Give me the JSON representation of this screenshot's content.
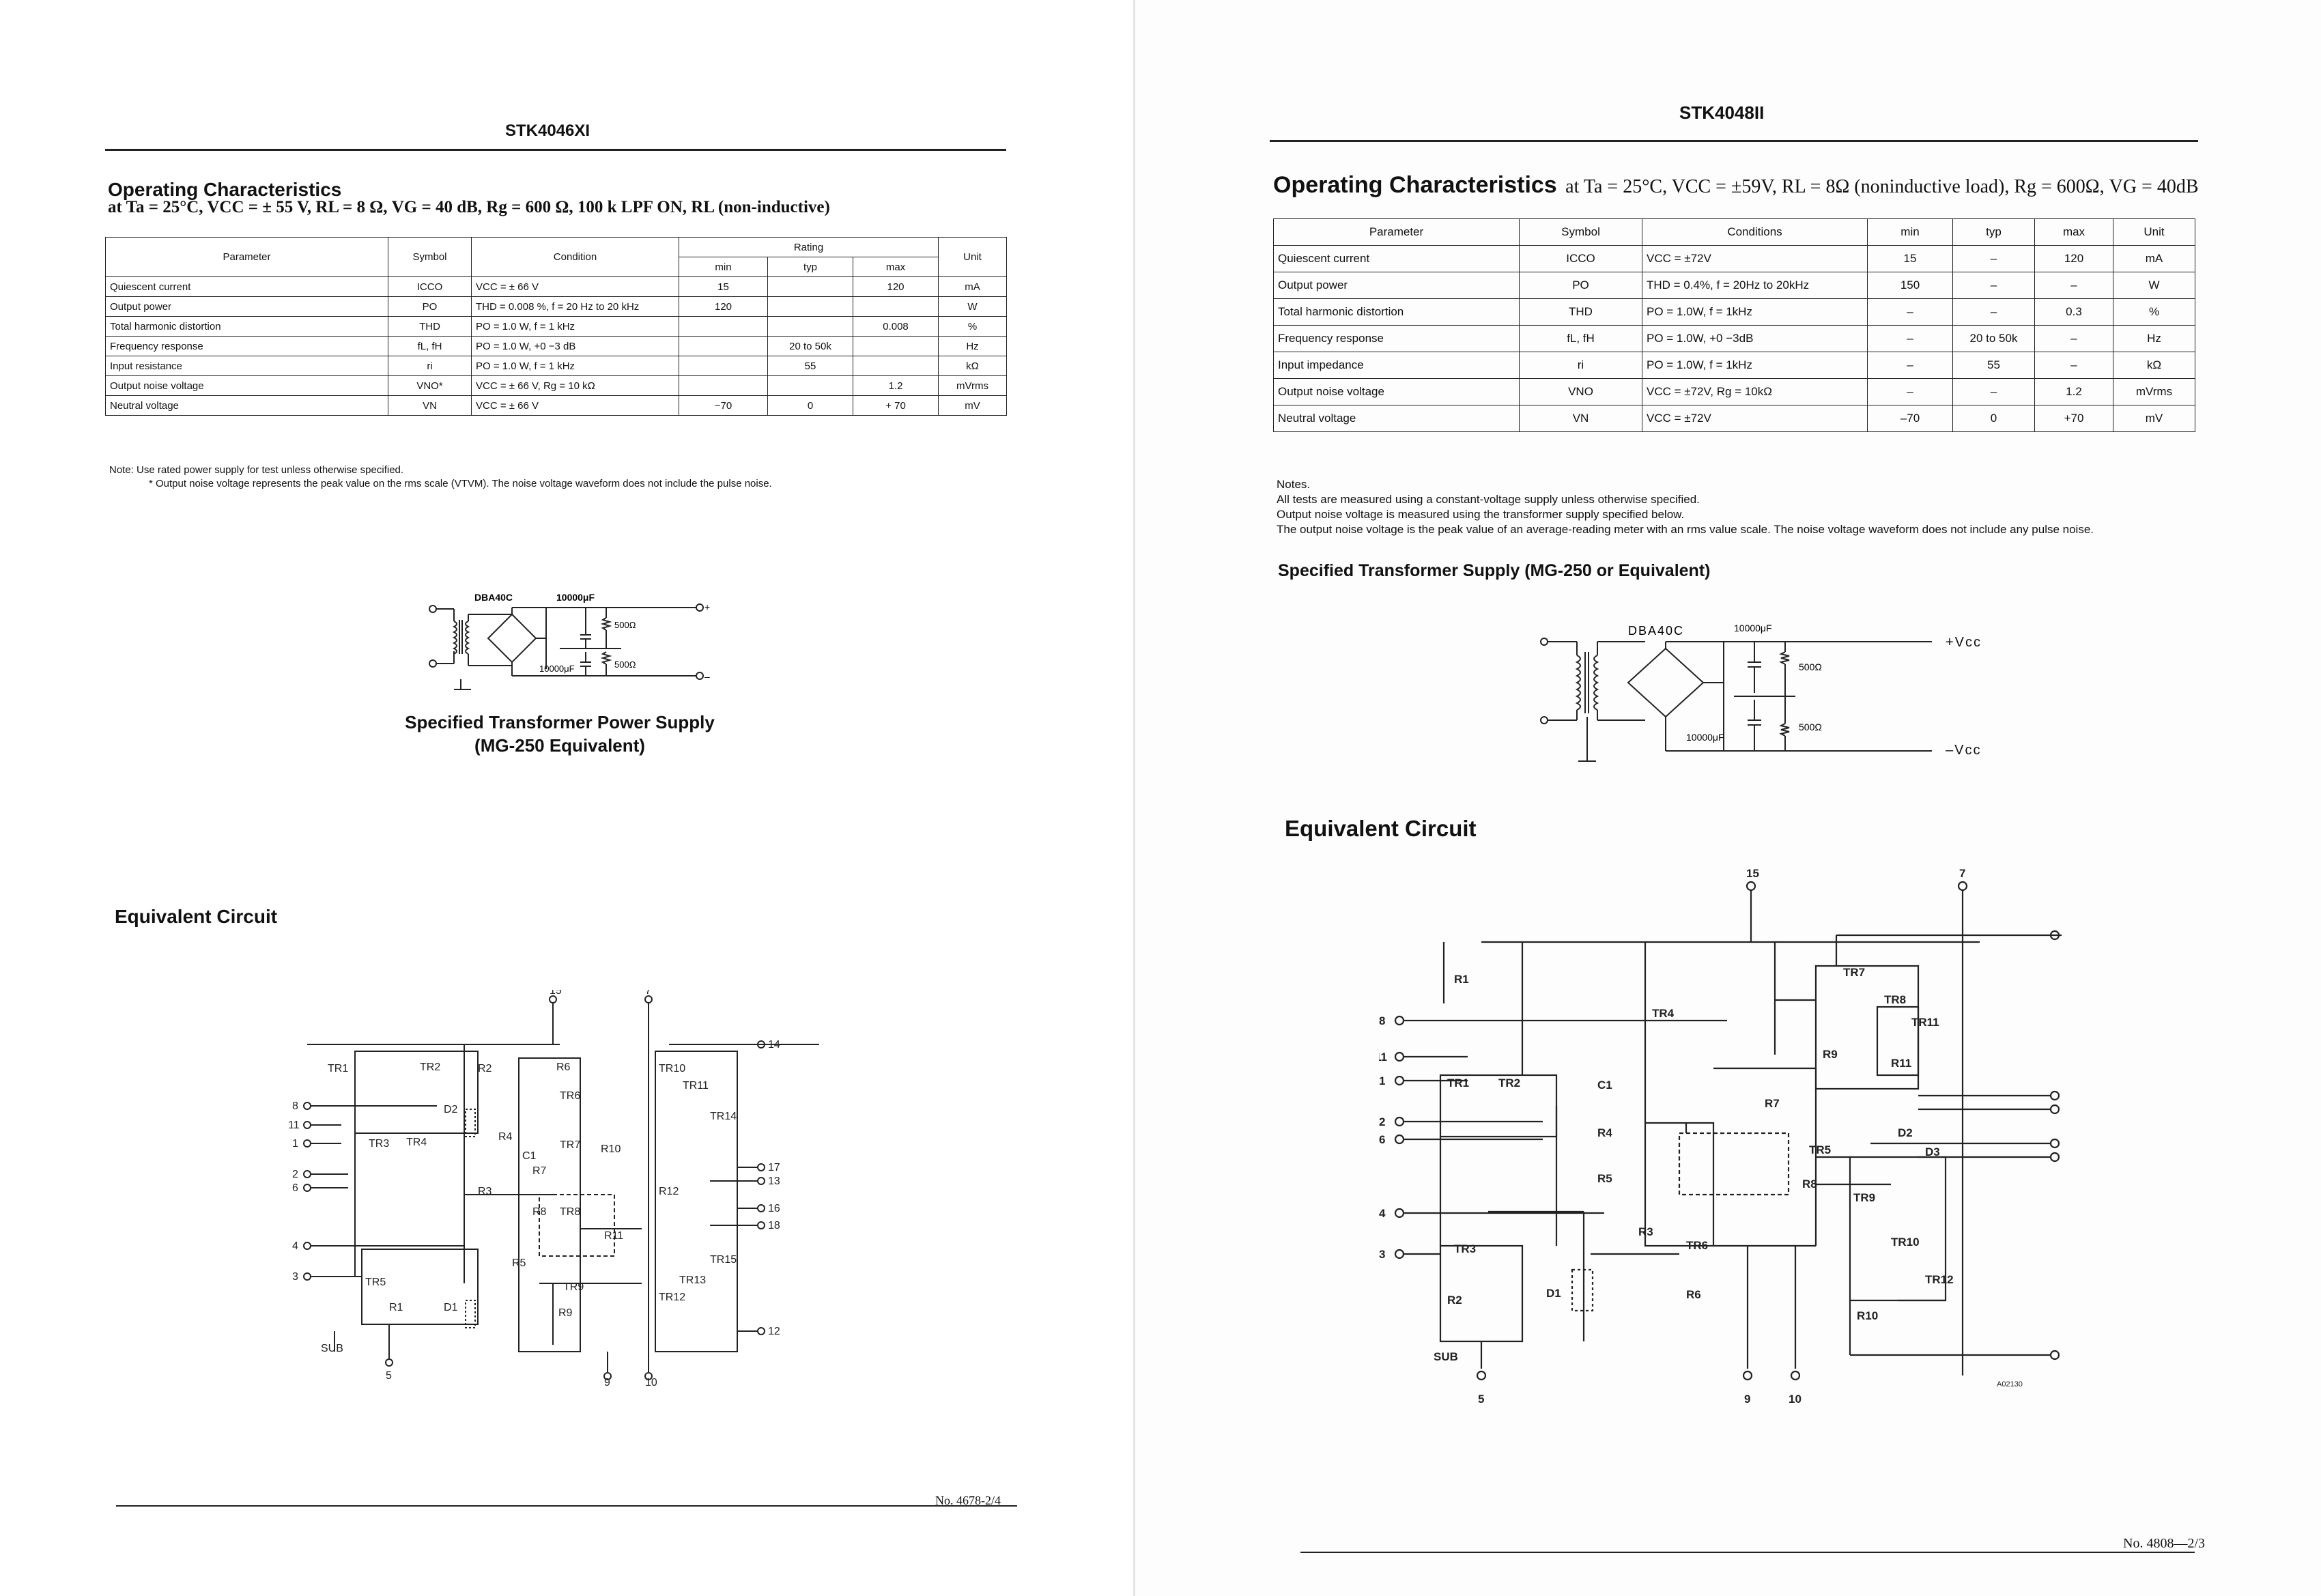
{
  "left": {
    "model": "STK4046XI",
    "section_title": "Operating Characteristics",
    "conditions": "at Ta = 25°C, VCC = ± 55 V, RL = 8 Ω, VG = 40 dB, Rg = 600 Ω, 100 k LPF ON, RL (non-inductive)",
    "table": {
      "headers": {
        "parameter": "Parameter",
        "symbol": "Symbol",
        "condition": "Condition",
        "rating": "Rating",
        "min": "min",
        "typ": "typ",
        "max": "max",
        "unit": "Unit"
      },
      "rows": [
        {
          "parameter": "Quiescent current",
          "symbol": "ICCO",
          "condition": "VCC = ± 66 V",
          "min": "15",
          "typ": "",
          "max": "120",
          "unit": "mA"
        },
        {
          "parameter": "Output power",
          "symbol": "PO",
          "condition": "THD = 0.008 %, f = 20 Hz to 20 kHz",
          "min": "120",
          "typ": "",
          "max": "",
          "unit": "W"
        },
        {
          "parameter": "Total harmonic distortion",
          "symbol": "THD",
          "condition": "PO = 1.0 W, f = 1 kHz",
          "min": "",
          "typ": "",
          "max": "0.008",
          "unit": "%"
        },
        {
          "parameter": "Frequency response",
          "symbol": "fL, fH",
          "condition": "PO = 1.0 W, +0 −3 dB",
          "min": "",
          "typ": "20 to 50k",
          "max": "",
          "unit": "Hz"
        },
        {
          "parameter": "Input resistance",
          "symbol": "ri",
          "condition": "PO = 1.0 W, f = 1 kHz",
          "min": "",
          "typ": "55",
          "max": "",
          "unit": "kΩ"
        },
        {
          "parameter": "Output noise voltage",
          "symbol": "VNO*",
          "condition": "VCC = ± 66 V, Rg = 10 kΩ",
          "min": "",
          "typ": "",
          "max": "1.2",
          "unit": "mVrms"
        },
        {
          "parameter": "Neutral voltage",
          "symbol": "VN",
          "condition": "VCC = ± 66 V",
          "min": "−70",
          "typ": "0",
          "max": "+ 70",
          "unit": "mV"
        }
      ]
    },
    "notes": [
      "Note:  Use rated power supply for test unless otherwise specified.",
      "* Output noise voltage represents the peak value on the rms scale (VTVM). The noise voltage waveform does not include the pulse noise."
    ],
    "supply_caption_1": "Specified Transformer Power Supply",
    "supply_caption_2": "(MG-250 Equivalent)",
    "circuit_title": "Equivalent Circuit",
    "footer": "No. 4678-2/4"
  },
  "right": {
    "model": "STK4048II",
    "section_title": "Operating Characteristics",
    "conditions": "at Ta = 25°C, VCC = ±59V, RL = 8Ω (noninductive load), Rg = 600Ω, VG = 40dB",
    "table": {
      "headers": {
        "parameter": "Parameter",
        "symbol": "Symbol",
        "condition": "Conditions",
        "min": "min",
        "typ": "typ",
        "max": "max",
        "unit": "Unit"
      },
      "rows": [
        {
          "parameter": "Quiescent current",
          "symbol": "ICCO",
          "condition": "VCC = ±72V",
          "min": "15",
          "typ": "–",
          "max": "120",
          "unit": "mA"
        },
        {
          "parameter": "Output power",
          "symbol": "PO",
          "condition": "THD = 0.4%, f = 20Hz to 20kHz",
          "min": "150",
          "typ": "–",
          "max": "–",
          "unit": "W"
        },
        {
          "parameter": "Total harmonic distortion",
          "symbol": "THD",
          "condition": "PO = 1.0W, f = 1kHz",
          "min": "–",
          "typ": "–",
          "max": "0.3",
          "unit": "%"
        },
        {
          "parameter": "Frequency response",
          "symbol": "fL, fH",
          "condition": "PO = 1.0W, +0 −3dB",
          "min": "–",
          "typ": "20 to 50k",
          "max": "–",
          "unit": "Hz"
        },
        {
          "parameter": "Input impedance",
          "symbol": "ri",
          "condition": "PO = 1.0W, f = 1kHz",
          "min": "–",
          "typ": "55",
          "max": "–",
          "unit": "kΩ"
        },
        {
          "parameter": "Output noise voltage",
          "symbol": "VNO",
          "condition": "VCC = ±72V, Rg = 10kΩ",
          "min": "–",
          "typ": "–",
          "max": "1.2",
          "unit": "mVrms"
        },
        {
          "parameter": "Neutral voltage",
          "symbol": "VN",
          "condition": "VCC = ±72V",
          "min": "–70",
          "typ": "0",
          "max": "+70",
          "unit": "mV"
        }
      ]
    },
    "notes": [
      "Notes.",
      "All tests are measured using a constant-voltage supply unless otherwise specified.",
      "Output noise voltage is measured using the transformer supply specified below.",
      "The output noise voltage is the peak value of an average-reading meter with an rms value scale. The noise voltage waveform does not include any pulse noise."
    ],
    "supply_title": "Specified Transformer Supply (MG-250 or Equivalent)",
    "circuit_title": "Equivalent Circuit",
    "footer": "No. 4808—2/3",
    "drawing_code": "A02130"
  }
}
